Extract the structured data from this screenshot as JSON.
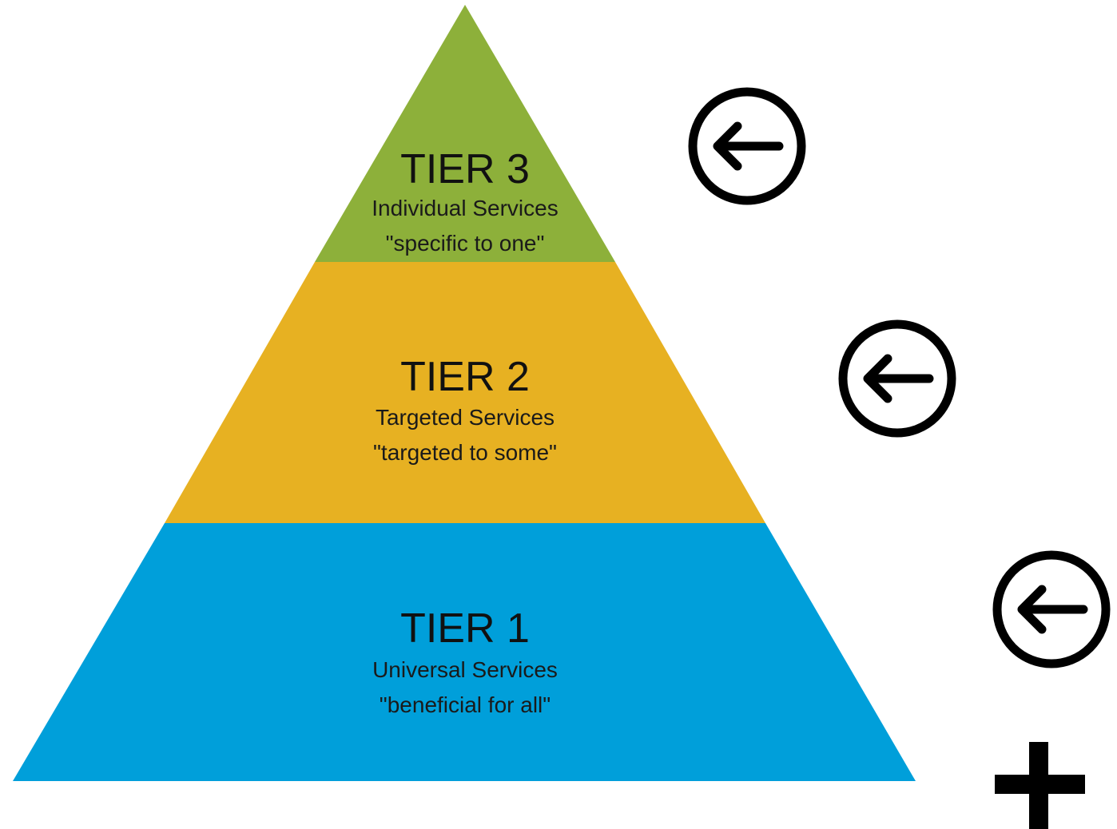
{
  "tiers": [
    {
      "title": "TIER 3",
      "subtitle": "Individual Services",
      "tagline": "\"specific to one\"",
      "color": "#8db03a"
    },
    {
      "title": "TIER 2",
      "subtitle": "Targeted Services",
      "tagline": "\"targeted to some\"",
      "color": "#e7b122"
    },
    {
      "title": "TIER 1",
      "subtitle": "Universal Services",
      "tagline": "\"beneficial for all\"",
      "color": "#009fda"
    }
  ],
  "icons": {
    "arrows": [
      "arrow-left-circle-icon",
      "arrow-left-circle-icon",
      "arrow-left-circle-icon"
    ],
    "plus": "plus-icon"
  }
}
